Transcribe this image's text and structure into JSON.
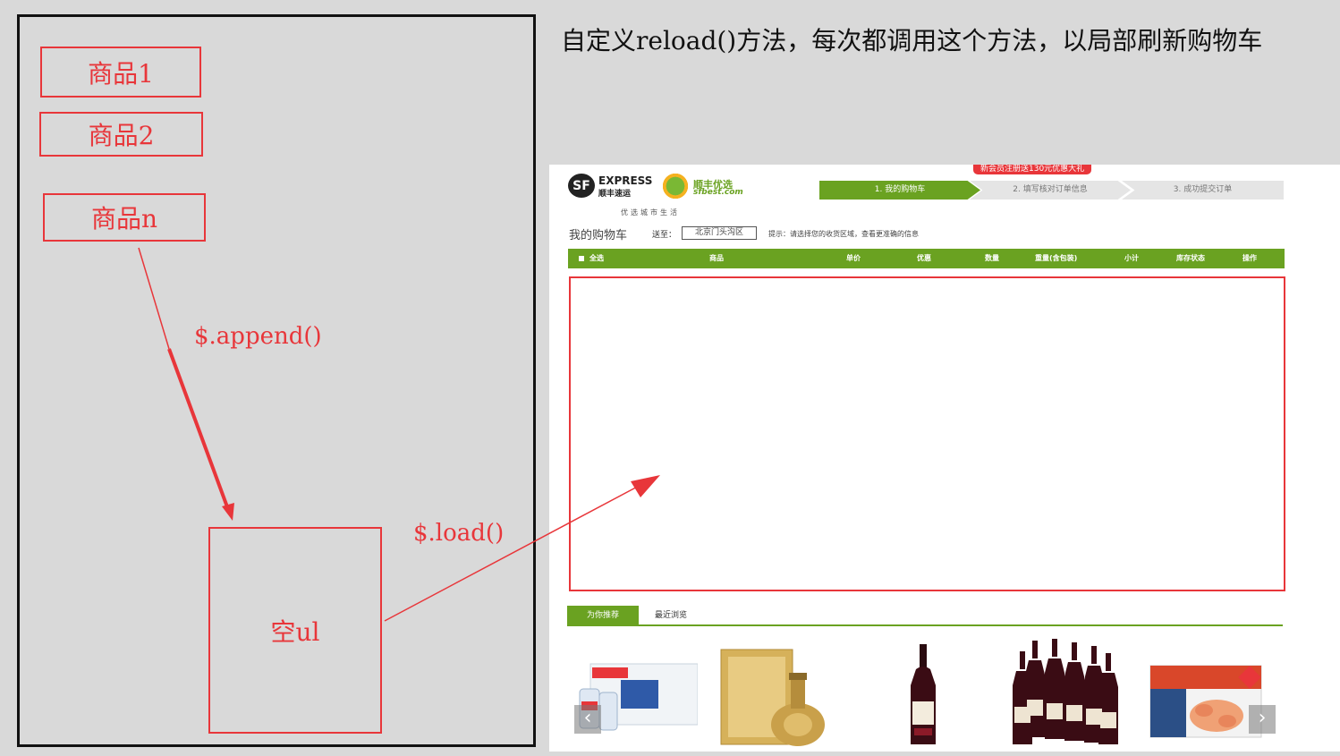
{
  "diagram": {
    "items": [
      "商品1",
      "商品2",
      "商品n"
    ],
    "append_label": "$.append()",
    "empty_ul_label": "空ul",
    "load_label": "$.load()",
    "note": "自定义reload()方法，每次都调用这个方法，以局部刷新购物车"
  },
  "screenshot": {
    "promo_badge": "新会员注册送130元优惠大礼",
    "logo": {
      "sf_mark": "SF",
      "express_en": "EXPRESS",
      "express_cn": "顺丰速运",
      "sfbest_cn": "顺丰优选",
      "sfbest_en": "sfbest.com",
      "slogan": "优选城市生活"
    },
    "steps": [
      "1. 我的购物车",
      "2. 填写核对订单信息",
      "3. 成功提交订单"
    ],
    "cart_title": "我的购物车",
    "deliver_label": "送至：",
    "deliver_value": "北京门头沟区",
    "tip": "提示：请选择您的收货区域，查看更准确的信息",
    "columns": [
      "全选",
      "商品",
      "单价",
      "优惠",
      "数量",
      "重量(含包装)",
      "小计",
      "库存状态",
      "操作"
    ],
    "tabs": [
      "为你推荐",
      "最近浏览"
    ],
    "carousel_prev": "‹",
    "carousel_next": "›",
    "colors": {
      "accent": "#6aa221",
      "highlight": "#e8363a"
    }
  }
}
